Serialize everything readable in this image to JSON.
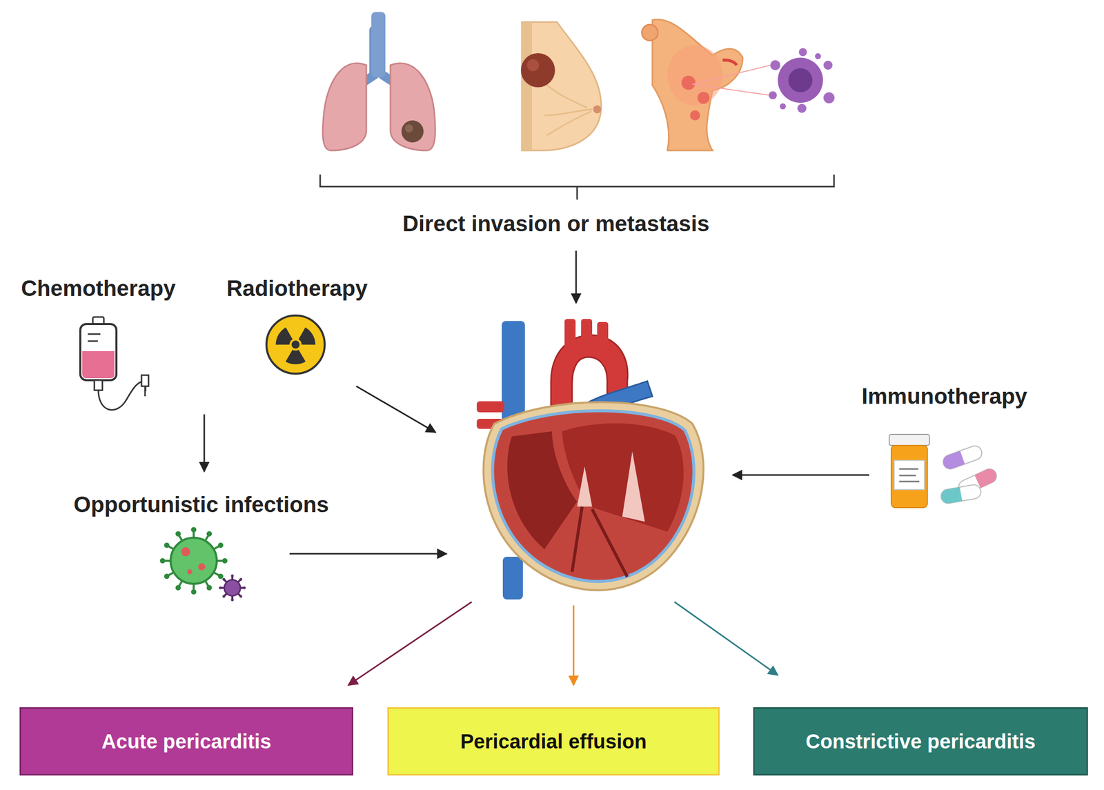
{
  "diagram": {
    "nodes": [
      {
        "text": [
          "Acute pericarditis"
        ]
      },
      {
        "text": [
          "Pericardial effusion"
        ]
      },
      {
        "text": [
          "Constrictive pericarditis"
        ]
      }
    ],
    "labels": [
      "Direct invasion or metastasis",
      "Chemotherapy",
      "Radiotherapy",
      "Opportunistic infections",
      "Immunotherapy"
    ]
  }
}
